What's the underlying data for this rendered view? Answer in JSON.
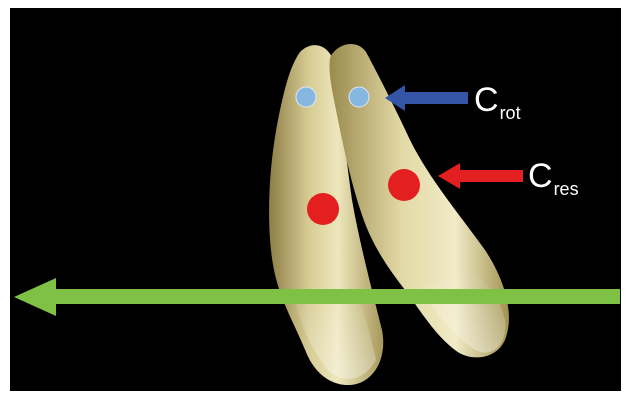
{
  "figure": {
    "background_color": "#000000",
    "frame_color": "#ffffff",
    "tooth_color": "#d8cc95",
    "labels": {
      "center_of_rotation": {
        "main": "C",
        "sub": "rot",
        "color": "#ffffff"
      },
      "center_of_resistance": {
        "main": "C",
        "sub": "res",
        "color": "#ffffff"
      }
    },
    "markers": {
      "center_of_rotation_color": "#86b7e0",
      "center_of_resistance_color": "#e3201f"
    },
    "arrows": {
      "rotation_arrow_color": "#3554a5",
      "resistance_arrow_color": "#e3201f",
      "force_arrow_color": "#7ec144",
      "force_direction": "left"
    }
  }
}
